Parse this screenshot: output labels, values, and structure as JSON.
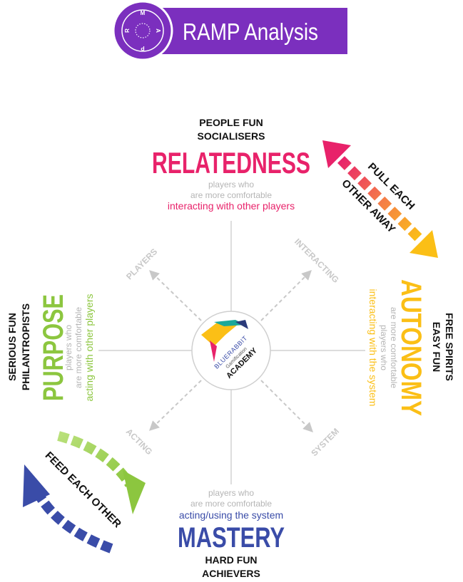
{
  "header": {
    "title": "RAMP Analysis",
    "badge_letters": [
      "R",
      "A",
      "M",
      "P"
    ]
  },
  "relatedness": {
    "fun": "PEOPLE FUN",
    "type": "SOCIALISERS",
    "name": "RELATEDNESS",
    "desc1": "players who",
    "desc2": "are more comfortable",
    "desc3": "interacting with other players"
  },
  "autonomy": {
    "fun": "EASY FUN",
    "type": "FREE SPIRITS",
    "name": "AUTONOMY",
    "desc1": "players who",
    "desc2": "are more comfortable",
    "desc3": "interacting with the system"
  },
  "purpose": {
    "fun": "SERIOUS FUN",
    "type": "PHILANTROPISTS",
    "name": "PURPOSE",
    "desc1": "players who",
    "desc2": "are more comfortable",
    "desc3": "acting with other players"
  },
  "mastery": {
    "fun": "HARD FUN",
    "type": "ACHIEVERS",
    "name": "MASTERY",
    "desc1": "players who",
    "desc2": "are more comfortable",
    "desc3": "acting/using the system"
  },
  "axes": {
    "players": "PLAYERS",
    "interacting": "INTERACTING",
    "acting": "ACTING",
    "system": "SYSTEM"
  },
  "arrows": {
    "pull_line1": "PULL EACH",
    "pull_line2": "OTHER AWAY",
    "feed_line1": "FEED EACH OTHER"
  },
  "logo": {
    "line1": "BLUERABBIT",
    "line2": "Gamification",
    "line3": "ACADEMY"
  },
  "colors": {
    "purple": "#7b2fbe",
    "relatedness": "#e8226a",
    "autonomy": "#fbbf16",
    "purpose": "#8cc63f",
    "mastery": "#3a4ca8",
    "axis_gray": "#c8c8c8",
    "desc_gray": "#b5b5b5"
  }
}
